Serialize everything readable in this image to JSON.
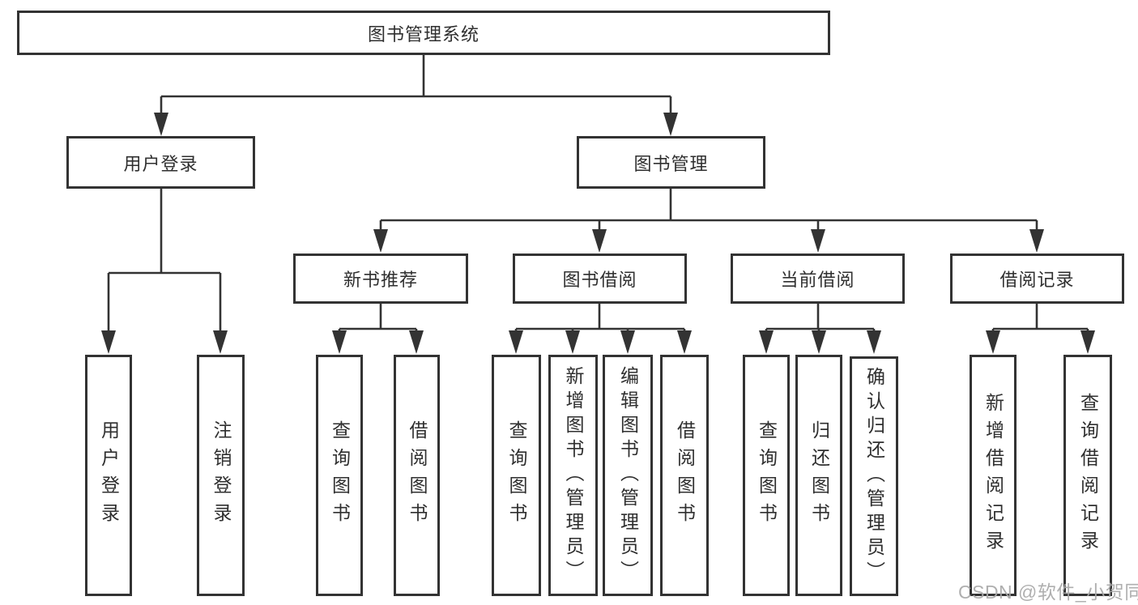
{
  "diagram": {
    "title": "图书管理系统",
    "root": {
      "label": "图书管理系统"
    },
    "branches": [
      {
        "label": "用户登录",
        "children": [
          {
            "label": "用户登录"
          },
          {
            "label": "注销登录"
          }
        ]
      },
      {
        "label": "图书管理",
        "children": [
          {
            "label": "新书推荐",
            "children": [
              {
                "label": "查询图书"
              },
              {
                "label": "借阅图书"
              }
            ]
          },
          {
            "label": "图书借阅",
            "children": [
              {
                "label": "查询图书"
              },
              {
                "label": "新增图书（管理员）"
              },
              {
                "label": "编辑图书（管理员）"
              },
              {
                "label": "借阅图书"
              }
            ]
          },
          {
            "label": "当前借阅",
            "children": [
              {
                "label": "查询图书"
              },
              {
                "label": "归还图书"
              },
              {
                "label": "确认归还（管理员）"
              }
            ]
          },
          {
            "label": "借阅记录",
            "children": [
              {
                "label": "新增借阅记录"
              },
              {
                "label": "查询借阅记录"
              }
            ]
          }
        ]
      }
    ]
  },
  "watermark": {
    "text": "CSDN @软件_小贺同学"
  },
  "colors": {
    "line": "#333333",
    "text": "#2f2f2f",
    "box_background": "#ffffff",
    "watermark": "#a8a8a8",
    "background": "#ffffff"
  }
}
